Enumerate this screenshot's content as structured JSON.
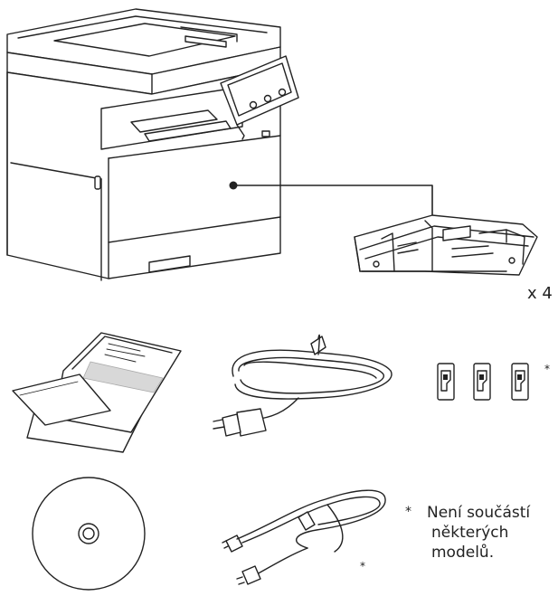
{
  "toner_quantity": "x 4",
  "asterisk_labels": "*",
  "asterisk_cable": "*",
  "footnote": {
    "marker": "*",
    "line1": "Není součástí",
    "line2": "některých",
    "line3": "modelů."
  },
  "items": [
    "printer",
    "toner-cartridge",
    "manuals",
    "power-cord",
    "labels",
    "cd-rom",
    "telephone-cable"
  ]
}
